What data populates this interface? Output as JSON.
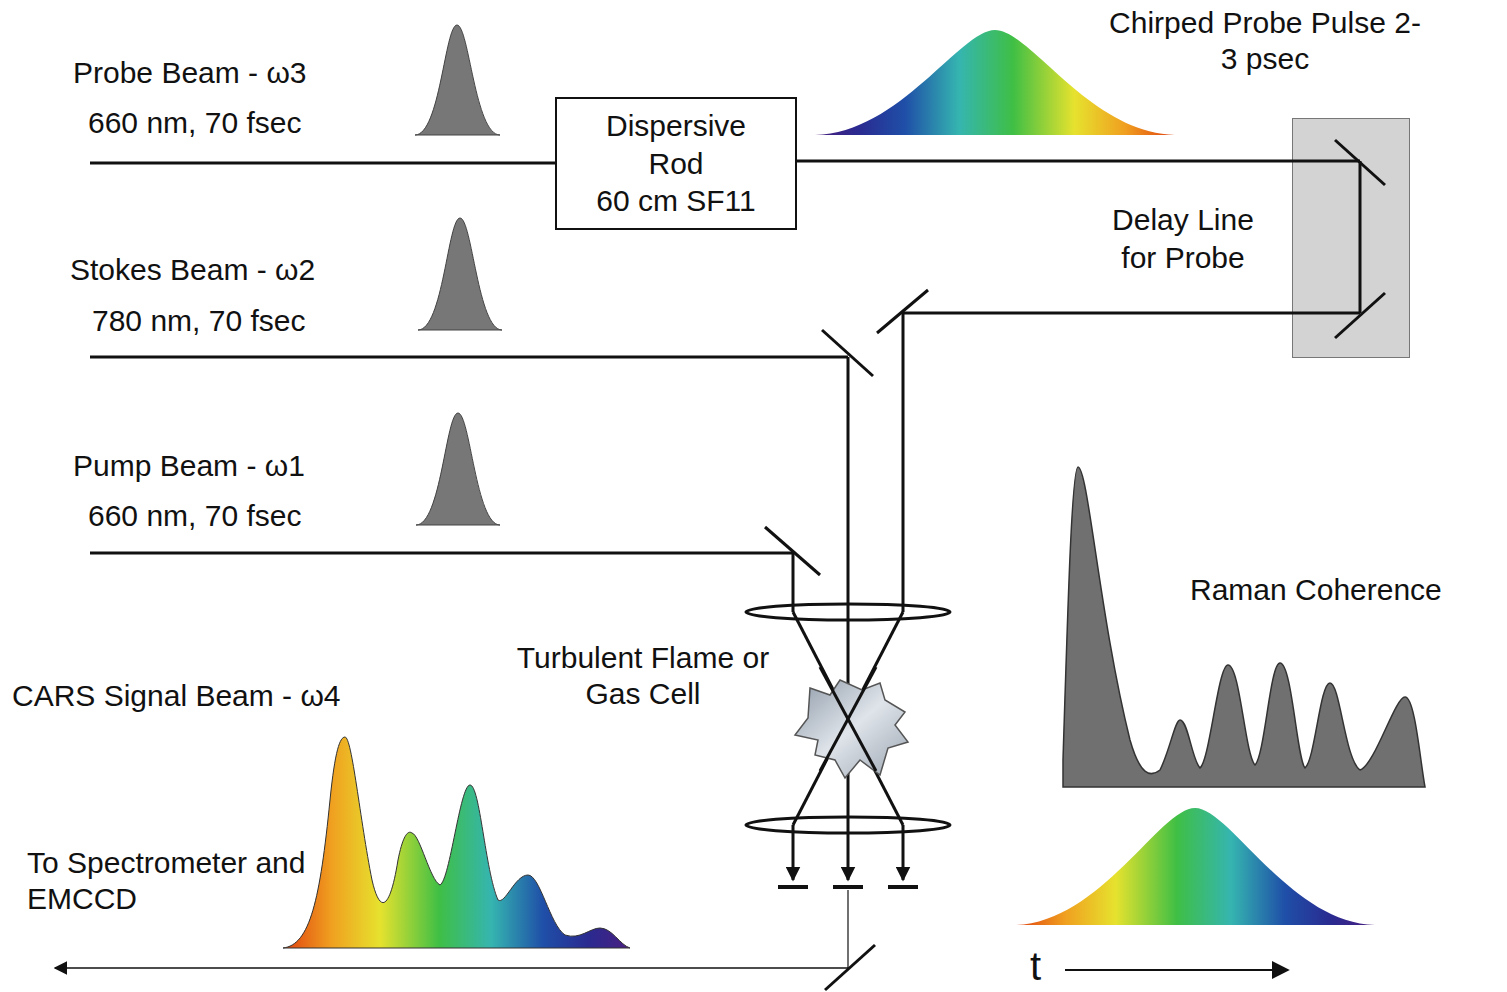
{
  "diagram": {
    "nodes": [
      {
        "text": [
          "Dispersive Rod",
          "60 cm SF11"
        ]
      },
      {
        "text": [
          "Delay Line for Probe"
        ]
      }
    ],
    "edges": [
      {
        "from": 0,
        "to": 1,
        "arrow": "none"
      }
    ],
    "labels": [
      "Probe Beam - ω3",
      "660 nm, 70 fsec",
      "Chirped Probe Pulse 2-3 psec",
      "Stokes Beam - ω2",
      "780 nm, 70 fsec",
      "Pump Beam - ω1",
      "660 nm, 70 fsec",
      "Turbulent Flame or Gas Cell",
      "CARS Signal Beam - ω4",
      "To Spectrometer and EMCCD",
      "Raman Coherence",
      "t"
    ]
  }
}
